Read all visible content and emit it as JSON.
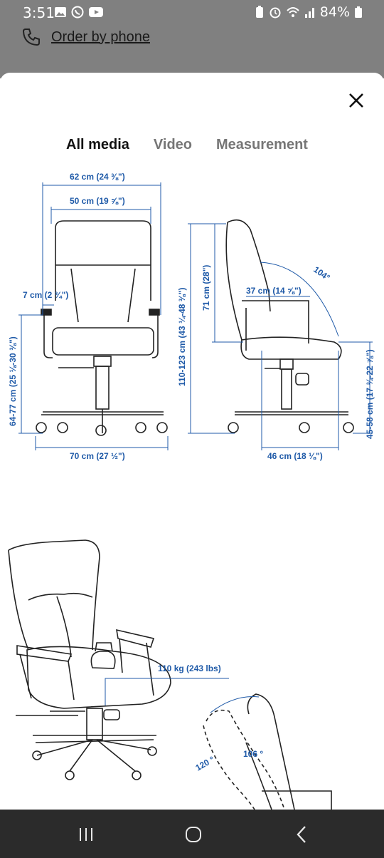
{
  "status": {
    "time": "3:51",
    "battery": "84%"
  },
  "header": {
    "order_label": "Order by phone"
  },
  "tabs": [
    {
      "label": "All media",
      "active": true
    },
    {
      "label": "Video",
      "active": false
    },
    {
      "label": "Measurement",
      "active": false
    }
  ],
  "measurements": {
    "overall_width": "62 cm (24 ⅜\")",
    "seat_width": "50 cm (19 ⅝\")",
    "armrest_width": "7 cm (2 ¾\")",
    "armrest_height": "64-77 cm (25 ⅛-30 ⅜\")",
    "base_width": "70 cm (27 ½\")",
    "total_height": "110-123 cm (43 ¼-48 ⅜\")",
    "back_height": "71 cm (28\")",
    "seat_depth": "37 cm (14 ⅝\")",
    "recline_angle": "104°",
    "seat_height": "45-58 cm (17 ¾-22 ⅞\")",
    "depth": "46 cm (18 ⅛\")"
  },
  "features": {
    "weight_limit": "110 kg (243 lbs)",
    "tilt_angle_a": "120 °",
    "tilt_angle_b": "106 °"
  },
  "colors": {
    "accent": "#1f5aa8",
    "status_bar": "#808080",
    "nav_bar": "#2b2b2b"
  }
}
